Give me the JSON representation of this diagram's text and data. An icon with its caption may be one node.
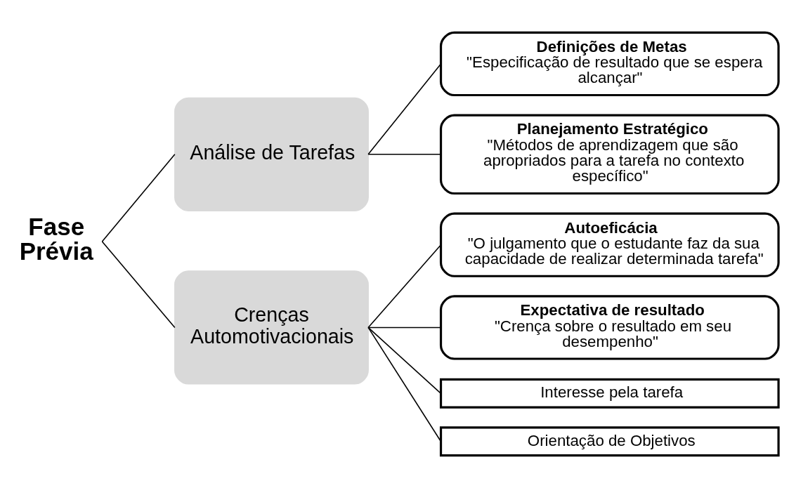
{
  "diagram": {
    "nodes": [
      {
        "text": [
          "Fase Prévia"
        ]
      },
      {
        "text": [
          "Análise de Tarefas"
        ]
      },
      {
        "text": [
          "Crenças Automotivacionais"
        ]
      },
      {
        "text": [
          "Definições de Metas",
          "\"Especificação de resultado que se espera alcançar\""
        ]
      },
      {
        "text": [
          "Planejamento Estratégico",
          "\"Métodos de aprendizagem que são apropriados para a tarefa no contexto específico\""
        ]
      },
      {
        "text": [
          "Autoeficácia",
          "\"O julgamento que o estudante faz da sua capacidade de realizar determinada tarefa\""
        ]
      },
      {
        "text": [
          "Expectativa de resultado",
          "\"Crença sobre o resultado em seu desempenho\""
        ]
      },
      {
        "text": [
          "Interesse pela tarefa"
        ]
      },
      {
        "text": [
          "Orientação de Objetivos"
        ]
      }
    ],
    "edges": [
      {
        "from": 0,
        "to": 1,
        "arrow": "none"
      },
      {
        "from": 0,
        "to": 2,
        "arrow": "none"
      },
      {
        "from": 1,
        "to": 3,
        "arrow": "none"
      },
      {
        "from": 1,
        "to": 4,
        "arrow": "none"
      },
      {
        "from": 2,
        "to": 5,
        "arrow": "none"
      },
      {
        "from": 2,
        "to": 6,
        "arrow": "none"
      },
      {
        "from": 2,
        "to": 7,
        "arrow": "none"
      },
      {
        "from": 2,
        "to": 8,
        "arrow": "none"
      }
    ]
  }
}
